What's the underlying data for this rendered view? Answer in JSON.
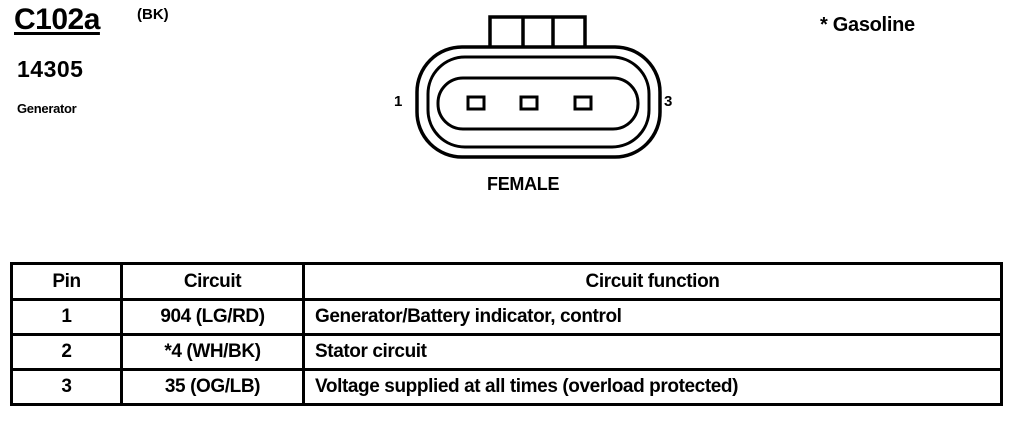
{
  "connector": {
    "id": "C102a",
    "color_code": "(BK)",
    "part_number": "14305",
    "component": "Generator",
    "note": "* Gasoline",
    "gender": "FEMALE",
    "pin_label_left": "1",
    "pin_label_right": "3"
  },
  "table": {
    "headers": {
      "pin": "Pin",
      "circuit": "Circuit",
      "function": "Circuit function"
    },
    "rows": [
      {
        "pin": "1",
        "circuit": "904 (LG/RD)",
        "function": "Generator/Battery indicator, control"
      },
      {
        "pin": "2",
        "circuit": "*4 (WH/BK)",
        "function": "Stator circuit"
      },
      {
        "pin": "3",
        "circuit": "35 (OG/LB)",
        "function": "Voltage supplied at all times (overload protected)"
      }
    ]
  }
}
